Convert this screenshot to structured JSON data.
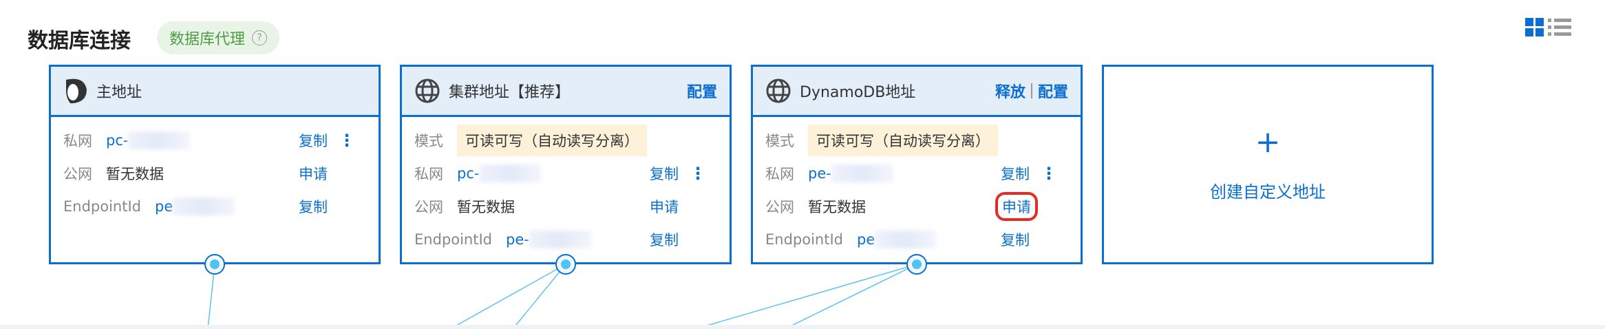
{
  "header": {
    "title": "数据库连接",
    "badge": "数据库代理",
    "help_icon": "?"
  },
  "cards": [
    {
      "title": "主地址",
      "icon": "avatar-icon",
      "rows": [
        {
          "label": "私网",
          "value": "pc-",
          "action": "复制"
        },
        {
          "label": "公网",
          "value": "暂无数据",
          "action": "申请"
        },
        {
          "label": "EndpointId",
          "value": "pe",
          "action": "复制"
        }
      ]
    },
    {
      "title": "集群地址【推荐】",
      "icon": "globe-icon",
      "actions": [
        "配置"
      ],
      "mode_label": "模式",
      "mode": "可读可写（自动读写分离）",
      "rows": [
        {
          "label": "私网",
          "value": "pc-",
          "action": "复制"
        },
        {
          "label": "公网",
          "value": "暂无数据",
          "action": "申请"
        },
        {
          "label": "EndpointId",
          "value": "pe-",
          "action": "复制"
        }
      ]
    },
    {
      "title": "DynamoDB地址",
      "icon": "globe-icon",
      "actions": [
        "释放",
        "配置"
      ],
      "mode_label": "模式",
      "mode": "可读可写（自动读写分离）",
      "rows": [
        {
          "label": "私网",
          "value": "pe-",
          "action": "复制"
        },
        {
          "label": "公网",
          "value": "暂无数据",
          "action": "申请"
        },
        {
          "label": "EndpointId",
          "value": "pe",
          "action": "复制"
        }
      ]
    }
  ],
  "add_card": {
    "plus": "+",
    "label": "创建自定义地址"
  }
}
